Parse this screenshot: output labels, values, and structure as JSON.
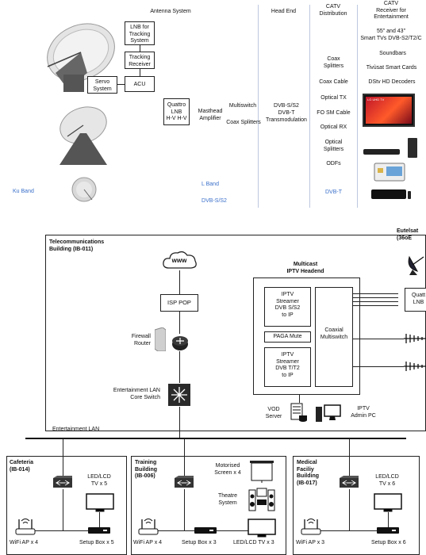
{
  "top": {
    "antenna_system": "Antenna System",
    "head_end": "Head End",
    "catv_distribution": "CATV\nDistribution",
    "catv_receiver": "CATV\nReceiver for\nEntertainment",
    "lnb_tracking": "LNB for\nTracking\nSystem",
    "tracking_receiver": "Tracking\nReceiver",
    "acu": "ACU",
    "servo_system": "Servo\nSystem",
    "quattro_lnb": "Quattro\nLNB\nH-V H-V",
    "masthead_amplifier": "Masthead\nAmplifier",
    "multiswitch": "Multiswitch",
    "coax_splitters": "Coax Splitters",
    "dvb_s_s2": "DVB-S/S2",
    "dvb_t": "DVB-T",
    "transmodulation": "Transmodulation",
    "dist_coax_splitters": "Coax\nSplitters",
    "coax_cable": "Coax Cable",
    "optical_tx": "Optical TX",
    "fo_sm_cable": "FO SM Cable",
    "optical_rx": "Optical RX",
    "optical_splitters": "Optical\nSplitters",
    "odfs": "ODFs",
    "smart_tvs": "55\" and 43\"\nSmart TVs DVB-S2/T2/C",
    "soundbars": "Soundbars",
    "smart_cards": "Tivùsat Smart Cards",
    "dstv_decoders": "DStv HD Decoders",
    "tv_brand": "LG UHD TV",
    "ku_band": "Ku Band",
    "l_band": "L Band",
    "bottom_dvb_s_s2": "DVB-S/S2",
    "bottom_dvb_t": "DVB-T"
  },
  "network": {
    "telecom_building": "Telecommunications\nBuilding (IB-011)",
    "www": "www",
    "isp_pop": "ISP POP",
    "firewall_router": "Firewall\nRouter",
    "core_switch": "Entertainment LAN\nCore Switch",
    "entertainment_lan": "Entertainment LAN",
    "multicast_headend": "Multicast\nIPTV Headend",
    "streamer_s": "IPTV\nStreamer\nDVB S/S2\nto IP",
    "paga_mute": "PAGA Mute",
    "streamer_t": "IPTV\nStreamer\nDVB T/T2\nto IP",
    "coaxial_multiswitch": "Coaxial\nMultiswitch",
    "eutelsat": "Eutelsat\n(36oE",
    "quattro_lnb": "Quatt\nLNB",
    "vod_server": "VOD\nServer",
    "iptv_admin_pc": "IPTV\nAdmin PC"
  },
  "buildings": {
    "cafeteria": "Cafeteria\n(IB-014)",
    "cafeteria_tv": "LED/LCD\nTV x 5",
    "cafeteria_wifi": "WiFi AP x 4",
    "cafeteria_stb": "Setup Box x 5",
    "training": "Training\nBuilding\n(IB-006)",
    "motorised_screen": "Motorised\nScreen x 4",
    "theatre_system": "Theatre\nSystem",
    "training_wifi": "WiFi AP x 4",
    "training_stb": "Setup Box x 3",
    "training_tv": "LED/LCD TV x 3",
    "medical": "Medical\nFaciliy\nBuilding\n(IB-017)",
    "medical_tv": "LED/LCD\nTV x 6",
    "medical_wifi": "WiFi AP x 3",
    "medical_stb": "Setup Box x 6"
  }
}
